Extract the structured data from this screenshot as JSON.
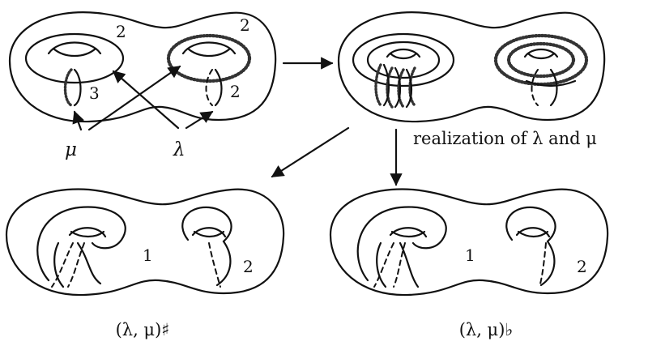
{
  "labels": {
    "tl_two_a": "2",
    "tl_two_b": "2",
    "tl_two_c": "2",
    "tl_three": "3",
    "mu": "μ",
    "lambda": "λ",
    "bl_one": "1",
    "bl_two": "2",
    "br_one": "1",
    "br_two": "2"
  },
  "annotation": "realization of λ and μ",
  "captions": {
    "sharp": "(λ, μ)♯",
    "flat": "(λ, μ)♭"
  }
}
